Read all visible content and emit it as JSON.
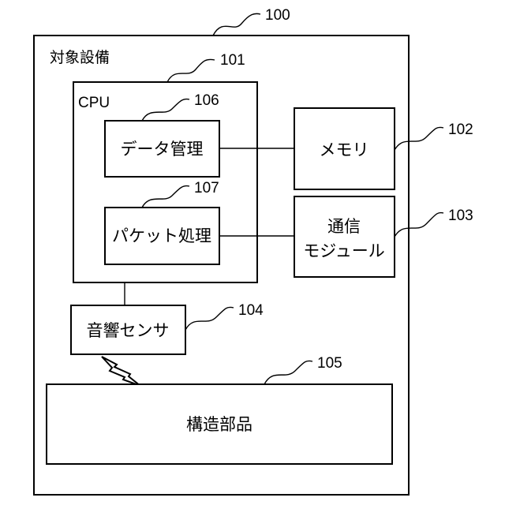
{
  "diagram": {
    "facility": {
      "label": "対象設備",
      "ref": "100"
    },
    "cpu": {
      "label": "CPU",
      "ref": "101"
    },
    "memory": {
      "label": "メモリ",
      "ref": "102"
    },
    "comm_module": {
      "label_line1": "通信",
      "label_line2": "モジュール",
      "ref": "103"
    },
    "acoustic_sensor": {
      "label": "音響センサ",
      "ref": "104"
    },
    "structural_part": {
      "label": "構造部品",
      "ref": "105"
    },
    "data_management": {
      "label": "データ管理",
      "ref": "106"
    },
    "packet_processing": {
      "label": "パケット処理",
      "ref": "107"
    }
  }
}
